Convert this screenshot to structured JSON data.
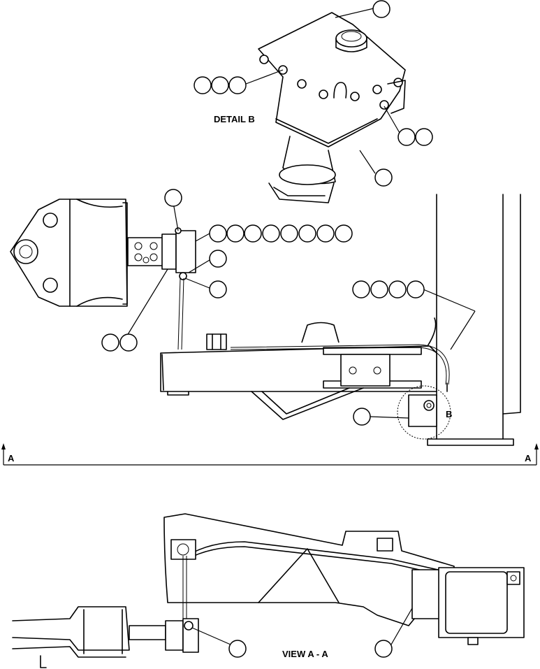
{
  "labels": {
    "detail_b": "DETAIL B",
    "view_aa": "VIEW A - A",
    "section_left": "A",
    "section_right": "A",
    "detail_ref": "B"
  },
  "callouts": {
    "top_right_count": 1,
    "left_detail_count": 3,
    "right_detail_count": 2,
    "cylinder_count": 1,
    "valve_top_count": 1,
    "manifold_row_count": 8,
    "manifold_mid_count": 1,
    "manifold_low_count": 1,
    "hose_group_count": 4,
    "lower_left_count": 2,
    "motor_count": 1,
    "view_valve_count": 1,
    "view_box_count": 1
  }
}
